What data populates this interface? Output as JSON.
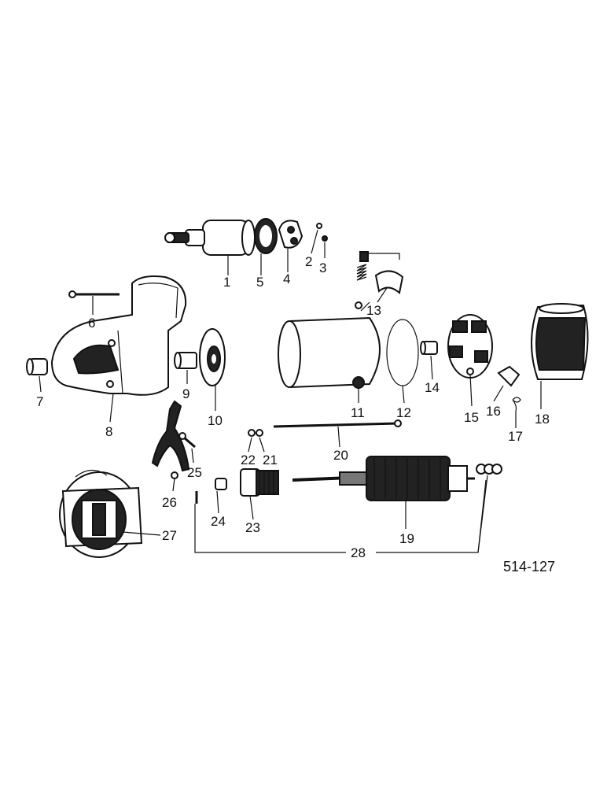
{
  "diagram": {
    "reference_number": "514-127",
    "callouts": [
      "1",
      "2",
      "3",
      "4",
      "5",
      "6",
      "7",
      "8",
      "9",
      "10",
      "11",
      "12",
      "13",
      "14",
      "15",
      "16",
      "17",
      "18",
      "19",
      "20",
      "21",
      "22",
      "23",
      "24",
      "25",
      "26",
      "27",
      "28"
    ]
  }
}
